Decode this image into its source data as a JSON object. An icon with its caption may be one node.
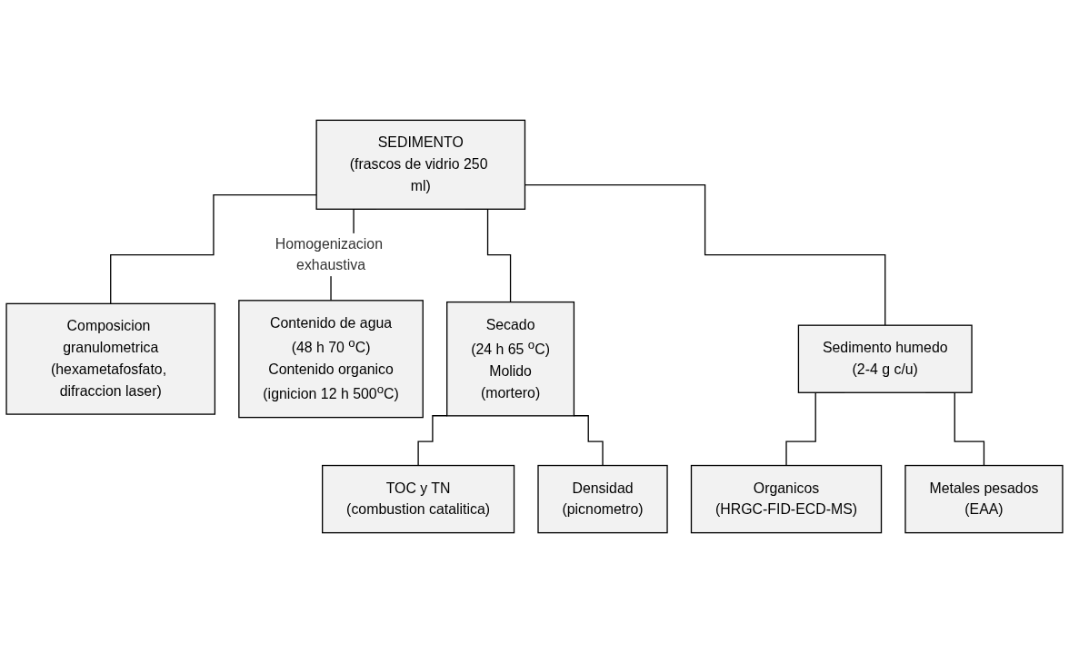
{
  "diagram": {
    "nodes": [
      {
        "text": [
          "SEDIMENTO",
          "(frascos de vidrio 250 ml)"
        ]
      },
      {
        "text": [
          "Composicion granulometrica",
          "(hexametafosfato, difraccion laser)"
        ]
      },
      {
        "text": [
          "Contenido de agua",
          "(48 h 70 $^{o}$C)",
          "Contenido organico",
          "(ignicion 12 h 500$^{o}$C)"
        ]
      },
      {
        "text": [
          "Secado",
          "(24 h 65 $^{o}$C)",
          "Molido",
          "(mortero)"
        ]
      },
      {
        "text": [
          "Sedimento humedo",
          "(2-4 g c/u)"
        ]
      },
      {
        "text": [
          "TOC y TN",
          "(combustion catalitica)"
        ]
      },
      {
        "text": [
          "Densidad",
          "(picnometro)"
        ]
      },
      {
        "text": [
          "Organicos",
          "(HRGC-FID-ECD-MS)"
        ]
      },
      {
        "text": [
          "Metales pesados",
          "(EAA)"
        ]
      }
    ],
    "edges": [
      {
        "from": 0,
        "to": 1,
        "arrow": "none"
      },
      {
        "from": 0,
        "to": 2,
        "arrow": "none",
        "label": "Homogenizacion exhaustiva"
      },
      {
        "from": 0,
        "to": 3,
        "arrow": "none"
      },
      {
        "from": 0,
        "to": 4,
        "arrow": "none"
      },
      {
        "from": 3,
        "to": 5,
        "arrow": "none"
      },
      {
        "from": 3,
        "to": 6,
        "arrow": "none"
      },
      {
        "from": 4,
        "to": 7,
        "arrow": "none"
      },
      {
        "from": 4,
        "to": 8,
        "arrow": "none"
      }
    ]
  }
}
